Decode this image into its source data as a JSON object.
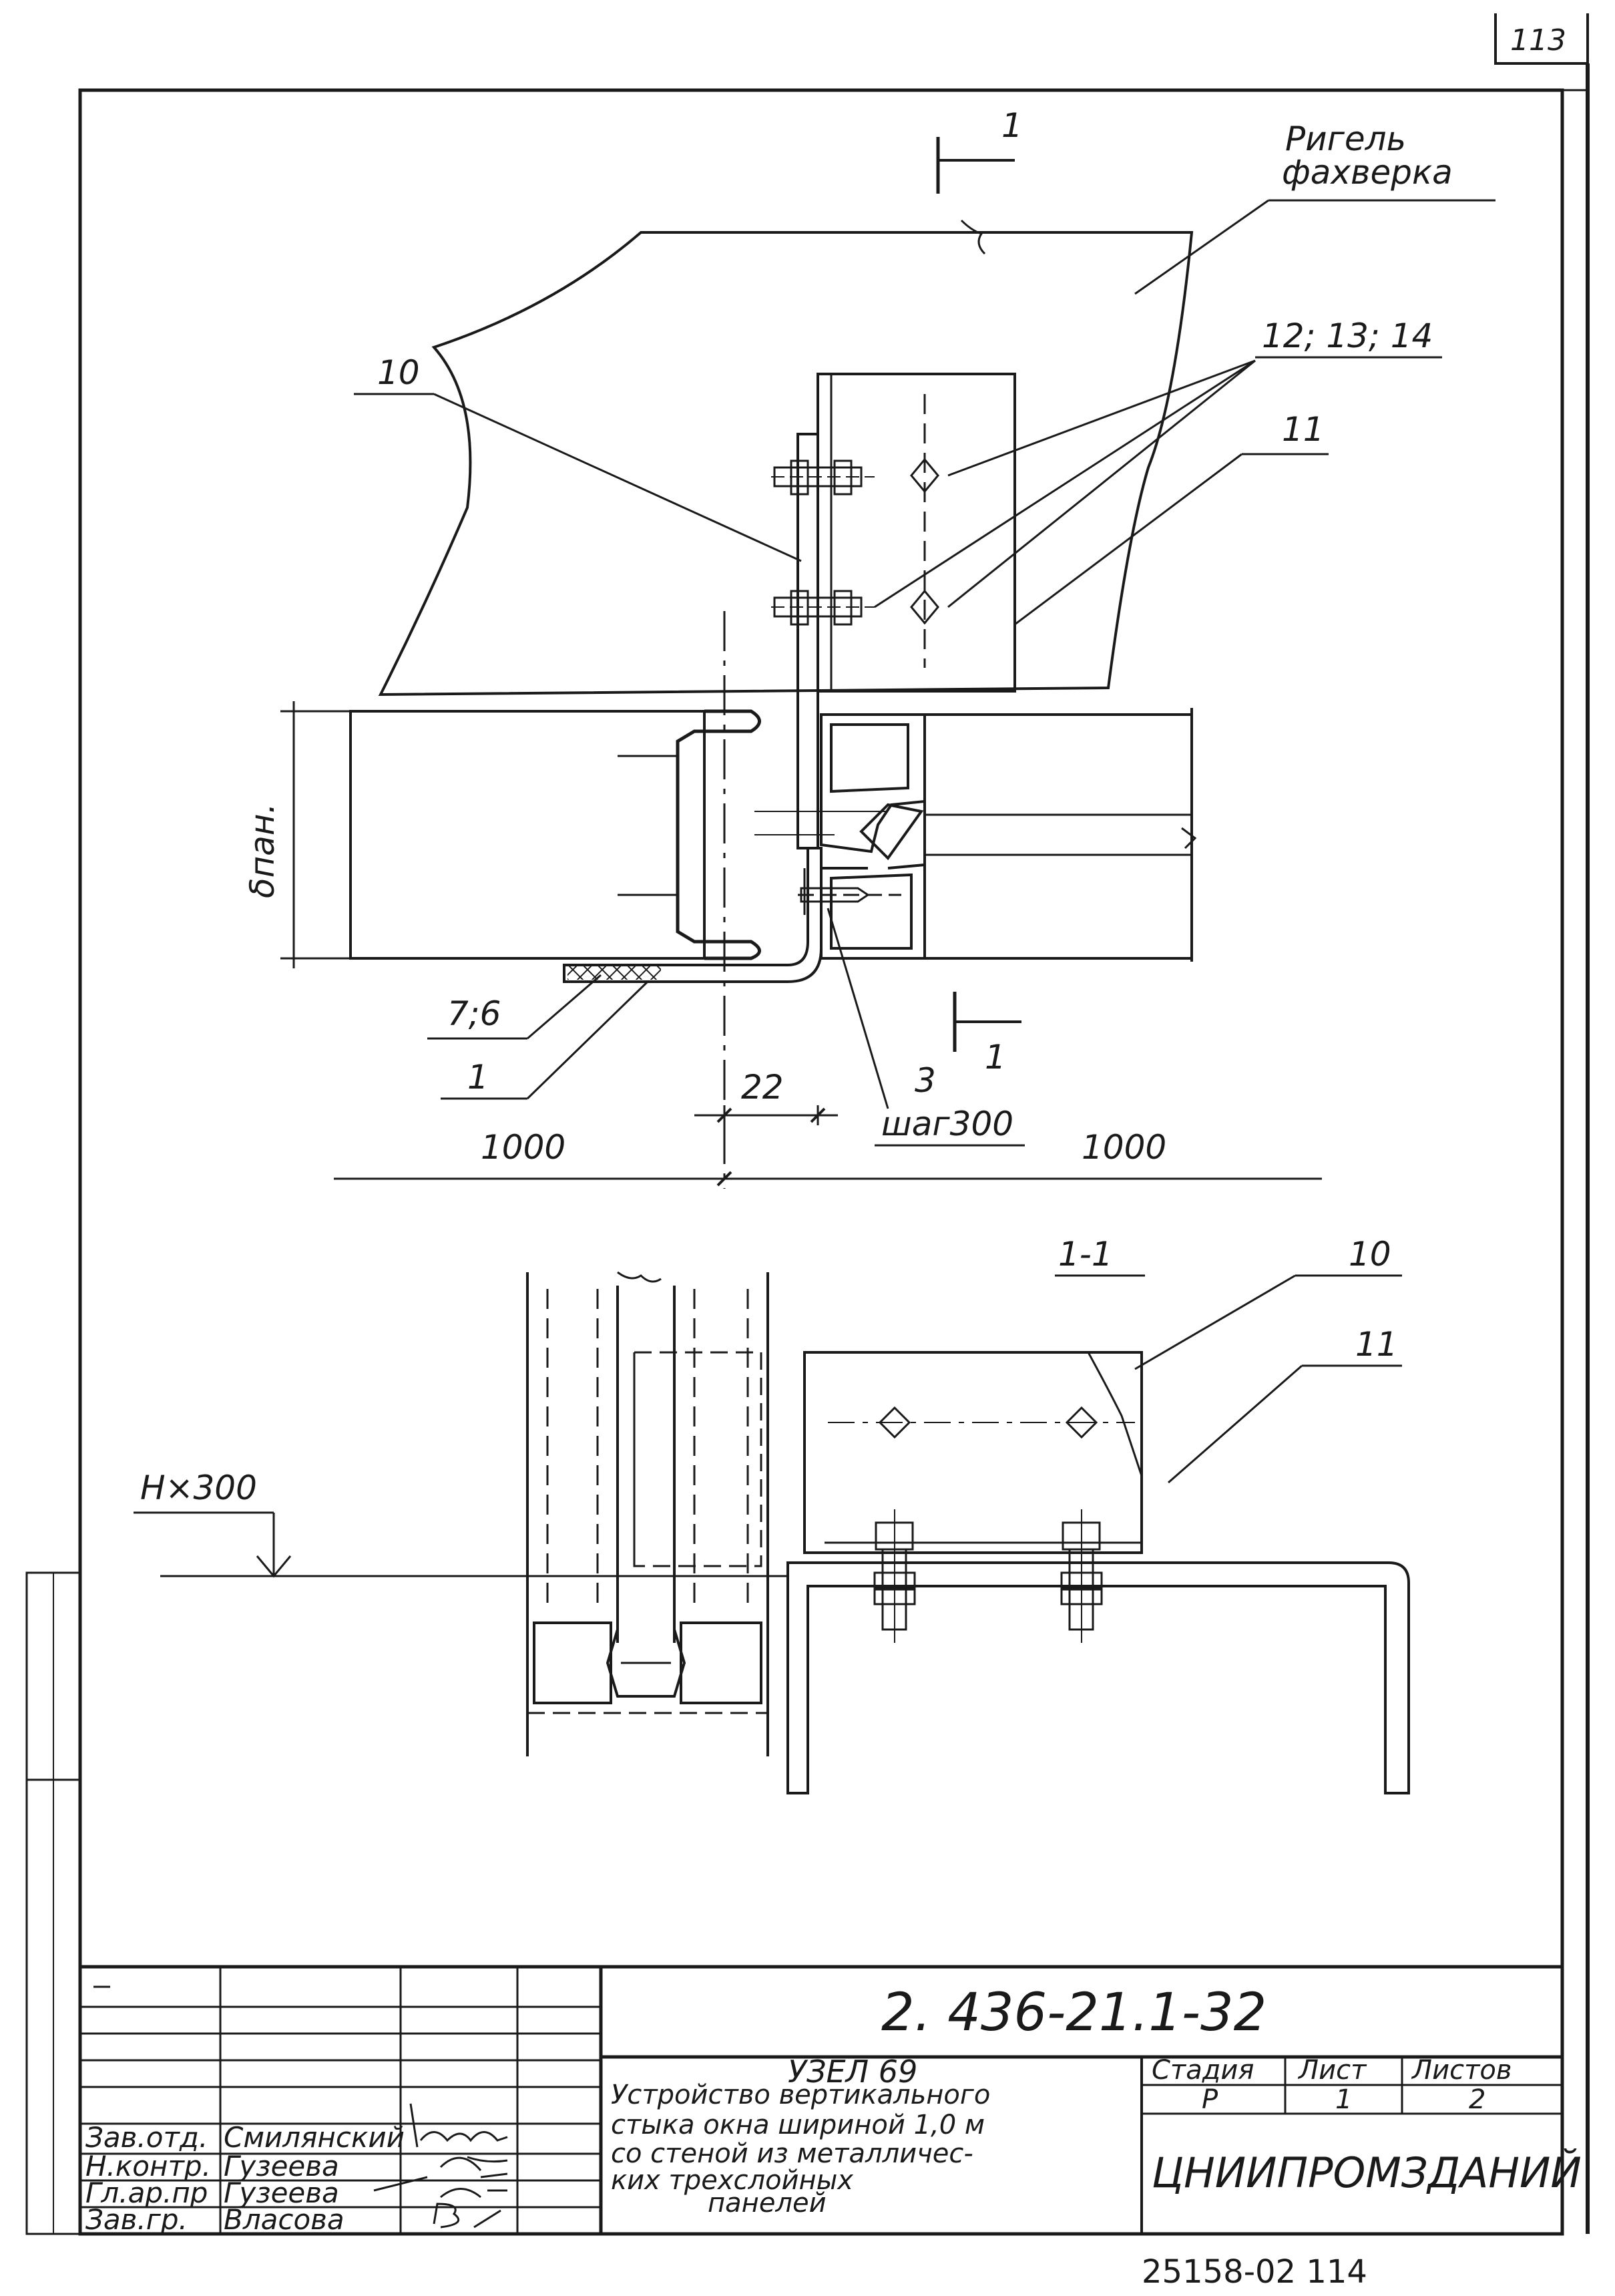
{
  "page_number": "113",
  "bottom_code": "25158-02 114",
  "plan": {
    "section_mark_top": "1",
    "section_mark_bottom": "1",
    "label_rigel_1": "Ригель",
    "label_rigel_2": "фахверка",
    "callout_12_13_14": "12; 13; 14",
    "callout_10": "10",
    "callout_11": "11",
    "label_thickness": "δпан.",
    "callout_7_6": "7;6",
    "callout_1": "1",
    "callout_3": "3",
    "label_step": "шаг300",
    "dim_22": "22",
    "dim_left_1000": "1000",
    "dim_right_1000": "1000"
  },
  "section": {
    "title": "1-1",
    "callout_10": "10",
    "callout_11": "11",
    "level_label": "H×300"
  },
  "title_block": {
    "drawing_code": "2. 436-21.1-32",
    "node_title": "УЗЕЛ 69",
    "description_lines": [
      "Устройство вертикального",
      "стыка окна шириной 1,0 м",
      "со стеной из металличес-",
      "ких трехслойных",
      "панелей"
    ],
    "stage_header": "Стадия",
    "sheet_header": "Лист",
    "sheets_header": "Листов",
    "stage_value": "Р",
    "sheet_value": "1",
    "sheets_value": "2",
    "organization": "ЦНИИПРОМЗДАНИЙ",
    "people": [
      {
        "role": "Зав.отд.",
        "name": "Смилянский"
      },
      {
        "role": "Н.контр.",
        "name": "Гузеева"
      },
      {
        "role": "Гл.ар.пр",
        "name": "Гузеева"
      },
      {
        "role": "Зав.гр.",
        "name": "Власова"
      }
    ]
  }
}
